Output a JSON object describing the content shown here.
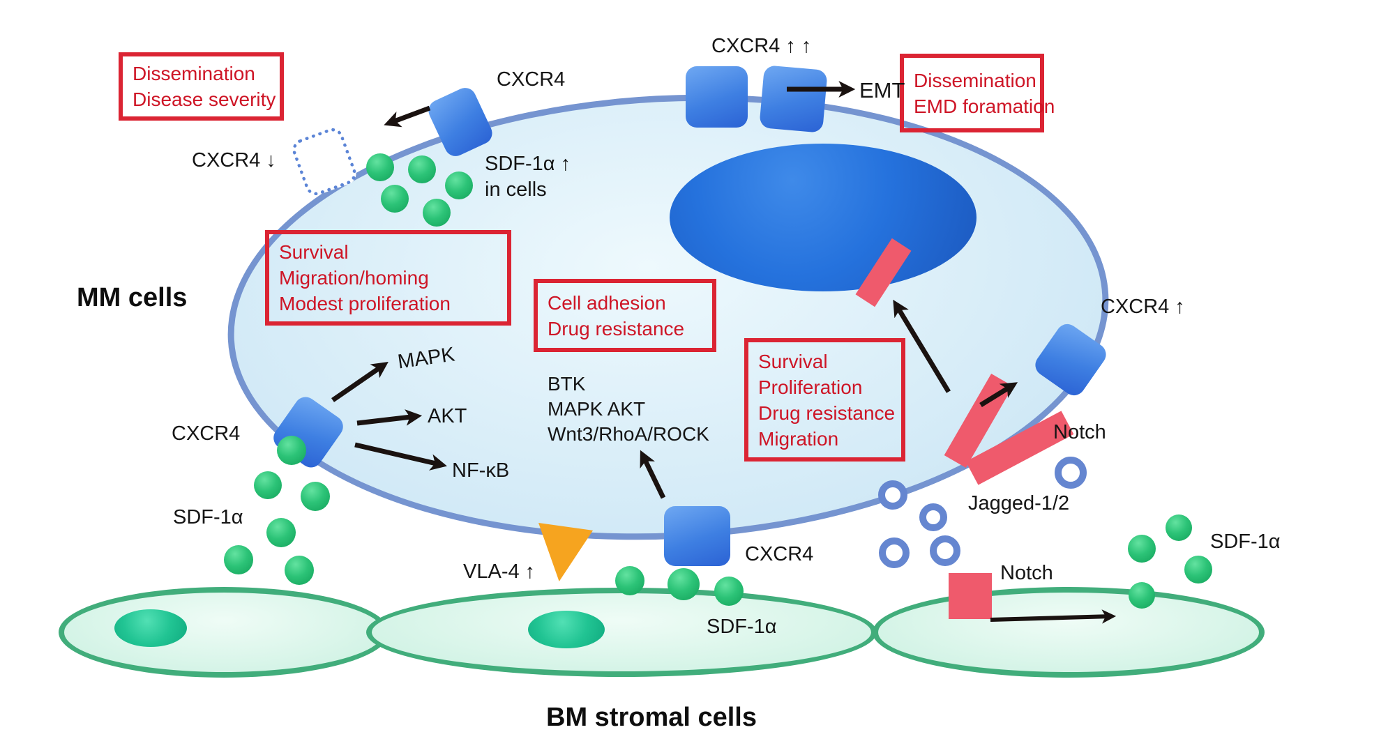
{
  "title": "MM cell and BM stromal cell CXCR4/SDF-1α signaling diagram",
  "cell_labels": {
    "mm": "MM cells",
    "bm": "BM stromal cells"
  },
  "outcome_boxes": {
    "dissemination_left": {
      "lines": [
        "Dissemination",
        "Disease severity"
      ]
    },
    "dissemination_right": {
      "lines": [
        "Dissemination",
        "EMD foramation"
      ]
    },
    "survival_left": {
      "lines": [
        "Survival",
        "Migration/homing",
        "Modest proliferation"
      ]
    },
    "adhesion": {
      "lines": [
        "Cell adhesion",
        "Drug resistance"
      ]
    },
    "survival_right": {
      "lines": [
        "Survival",
        "Proliferation",
        "Drug resistance",
        "Migration"
      ]
    }
  },
  "labels": {
    "cxcr4_shed": "CXCR4 ↓",
    "cxcr4_top": "CXCR4",
    "sdf1a_up": "SDF-1α ↑",
    "in_cells": "in cells",
    "cxcr4_double_up": "CXCR4 ↑ ↑",
    "emt": "EMT",
    "cxcr4_up_right": "CXCR4 ↑",
    "mapk": "MAPK",
    "akt": "AKT",
    "nfkb": "NF-κB",
    "cxcr4_left": "CXCR4",
    "sdf1a_left": "SDF-1α",
    "btk": "BTK",
    "mapk_akt": "MAPK AKT",
    "wnt_rhoa_rock": "Wnt3/RhoA/ROCK",
    "vla4": "VLA-4 ↑",
    "cxcr4_bottom": "CXCR4",
    "sdf1a_stromal": "SDF-1α",
    "notch": "Notch",
    "jagged": "Jagged-1/2",
    "notch_stromal": "Notch",
    "sdf1a_right": "SDF-1α"
  },
  "colors": {
    "box_border_red": "#db2433",
    "box_text_red": "#ce1526",
    "membrane_blue": "#7594d0",
    "cell_fill_blue": "#d8edf8",
    "nucleus_blue": "#2572dd",
    "receptor_blue": "#3e7fe2",
    "sdf1a_green": "#2cc377",
    "stromal_border_green": "#41ad7b",
    "stromal_fill_green": "#d5f4e7",
    "stromal_nucleus_teal": "#21c493",
    "notch_pink": "#ef5a6c",
    "jagged_ring_blue": "#6586d0",
    "vla4_orange": "#f6a41f",
    "arrow_black": "#1a1210"
  },
  "icons": {
    "cxcr4_receptor": "blue-rounded-square",
    "lost_receptor": "dotted-outline-square",
    "sdf1a_molecule": "green-filled-circle",
    "jagged_ligand": "blue-open-ring",
    "notch_fragment": "pink-bar",
    "vla4_integrin": "orange-triangle",
    "signal_arrow": "black-arrow"
  }
}
